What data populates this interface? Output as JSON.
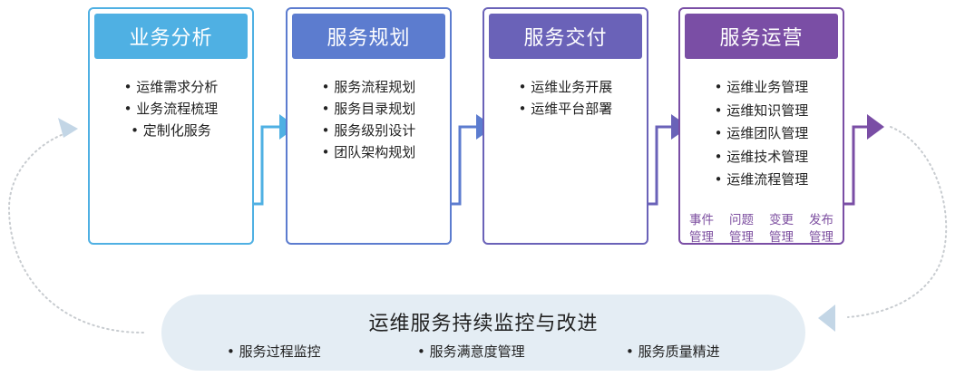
{
  "stages": [
    {
      "title": "业务分析",
      "items": [
        "运维需求分析",
        "业务流程梳理",
        "定制化服务"
      ]
    },
    {
      "title": "服务规划",
      "items": [
        "服务流程规划",
        "服务目录规划",
        "服务级别设计",
        "团队架构规划"
      ]
    },
    {
      "title": "服务交付",
      "items": [
        "运维业务开展",
        "运维平台部署"
      ]
    },
    {
      "title": "服务运营",
      "items": [
        "运维业务管理",
        "运维知识管理",
        "运维团队管理",
        "运维技术管理",
        "运维流程管理"
      ],
      "sub_items": [
        "事件管理",
        "问题管理",
        "变更管理",
        "发布管理"
      ]
    }
  ],
  "improvement": {
    "title": "运维服务持续监控与改进",
    "items": [
      "服务过程监控",
      "服务满意度管理",
      "服务质量精进"
    ]
  },
  "colors": {
    "stage1": "#4fb0e3",
    "stage2": "#5c7ccf",
    "stage3": "#6a62b8",
    "stage4": "#7a4ea5",
    "panel": "#e4edf4",
    "loop_dots": "#c8ccd0",
    "loop_arrow": "#c3d6e6"
  }
}
